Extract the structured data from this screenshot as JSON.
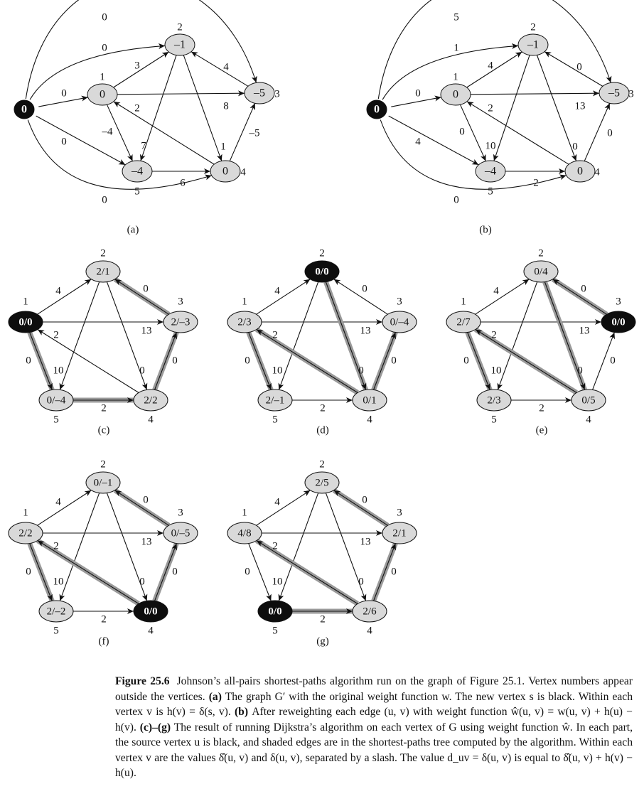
{
  "panels": [
    {
      "id": "a",
      "label": "(a)",
      "source": "s",
      "vertices": [
        {
          "id": "s",
          "text": "0",
          "num": ""
        },
        {
          "id": "1",
          "text": "0",
          "num": "1"
        },
        {
          "id": "2",
          "text": "–1",
          "num": "2"
        },
        {
          "id": "3",
          "text": "–5",
          "num": "3"
        },
        {
          "id": "4",
          "text": "0",
          "num": "4"
        },
        {
          "id": "5",
          "text": "–4",
          "num": "5"
        }
      ],
      "edges": [
        {
          "from": "s",
          "to": "3",
          "w": "0"
        },
        {
          "from": "s",
          "to": "2",
          "w": "0"
        },
        {
          "from": "s",
          "to": "1",
          "w": "0"
        },
        {
          "from": "s",
          "to": "5",
          "w": "0"
        },
        {
          "from": "s",
          "to": "4",
          "w": "0"
        },
        {
          "from": "1",
          "to": "2",
          "w": "3"
        },
        {
          "from": "1",
          "to": "3",
          "w": "8"
        },
        {
          "from": "1",
          "to": "5",
          "w": "–4"
        },
        {
          "from": "2",
          "to": "5",
          "w": "7"
        },
        {
          "from": "2",
          "to": "4",
          "w": "1"
        },
        {
          "from": "3",
          "to": "2",
          "w": "4"
        },
        {
          "from": "4",
          "to": "1",
          "w": "2"
        },
        {
          "from": "4",
          "to": "3",
          "w": "–5"
        },
        {
          "from": "5",
          "to": "4",
          "w": "6"
        }
      ]
    },
    {
      "id": "b",
      "label": "(b)",
      "source": "s",
      "vertices": [
        {
          "id": "s",
          "text": "0",
          "num": ""
        },
        {
          "id": "1",
          "text": "0",
          "num": "1"
        },
        {
          "id": "2",
          "text": "–1",
          "num": "2"
        },
        {
          "id": "3",
          "text": "–5",
          "num": "3"
        },
        {
          "id": "4",
          "text": "0",
          "num": "4"
        },
        {
          "id": "5",
          "text": "–4",
          "num": "5"
        }
      ],
      "edges": [
        {
          "from": "s",
          "to": "3",
          "w": "5"
        },
        {
          "from": "s",
          "to": "2",
          "w": "1"
        },
        {
          "from": "s",
          "to": "1",
          "w": "0"
        },
        {
          "from": "s",
          "to": "5",
          "w": "4"
        },
        {
          "from": "s",
          "to": "4",
          "w": "0"
        },
        {
          "from": "1",
          "to": "2",
          "w": "4"
        },
        {
          "from": "1",
          "to": "3",
          "w": "13"
        },
        {
          "from": "1",
          "to": "5",
          "w": "0"
        },
        {
          "from": "2",
          "to": "5",
          "w": "10"
        },
        {
          "from": "2",
          "to": "4",
          "w": "0"
        },
        {
          "from": "3",
          "to": "2",
          "w": "0"
        },
        {
          "from": "4",
          "to": "1",
          "w": "2"
        },
        {
          "from": "4",
          "to": "3",
          "w": "0"
        },
        {
          "from": "5",
          "to": "4",
          "w": "2"
        }
      ]
    },
    {
      "id": "c",
      "label": "(c)",
      "source": "1",
      "vertices": [
        {
          "id": "1",
          "text": "0/0",
          "num": "1"
        },
        {
          "id": "2",
          "text": "2/1",
          "num": "2"
        },
        {
          "id": "3",
          "text": "2/–3",
          "num": "3"
        },
        {
          "id": "4",
          "text": "2/2",
          "num": "4"
        },
        {
          "id": "5",
          "text": "0/–4",
          "num": "5"
        }
      ],
      "edges": [
        {
          "from": "1",
          "to": "2",
          "w": "4",
          "tree": false
        },
        {
          "from": "1",
          "to": "3",
          "w": "13",
          "tree": false
        },
        {
          "from": "1",
          "to": "5",
          "w": "0",
          "tree": true
        },
        {
          "from": "2",
          "to": "5",
          "w": "10",
          "tree": false
        },
        {
          "from": "2",
          "to": "4",
          "w": "0",
          "tree": false
        },
        {
          "from": "3",
          "to": "2",
          "w": "0",
          "tree": true
        },
        {
          "from": "4",
          "to": "1",
          "w": "2",
          "tree": false
        },
        {
          "from": "4",
          "to": "3",
          "w": "0",
          "tree": true
        },
        {
          "from": "5",
          "to": "4",
          "w": "2",
          "tree": true
        }
      ]
    },
    {
      "id": "d",
      "label": "(d)",
      "source": "2",
      "vertices": [
        {
          "id": "1",
          "text": "2/3",
          "num": "1"
        },
        {
          "id": "2",
          "text": "0/0",
          "num": "2"
        },
        {
          "id": "3",
          "text": "0/–4",
          "num": "3"
        },
        {
          "id": "4",
          "text": "0/1",
          "num": "4"
        },
        {
          "id": "5",
          "text": "2/–1",
          "num": "5"
        }
      ],
      "edges": [
        {
          "from": "1",
          "to": "2",
          "w": "4",
          "tree": false
        },
        {
          "from": "1",
          "to": "3",
          "w": "13",
          "tree": false
        },
        {
          "from": "1",
          "to": "5",
          "w": "0",
          "tree": true
        },
        {
          "from": "2",
          "to": "5",
          "w": "10",
          "tree": false
        },
        {
          "from": "2",
          "to": "4",
          "w": "0",
          "tree": true
        },
        {
          "from": "3",
          "to": "2",
          "w": "0",
          "tree": false
        },
        {
          "from": "4",
          "to": "1",
          "w": "2",
          "tree": true
        },
        {
          "from": "4",
          "to": "3",
          "w": "0",
          "tree": true
        },
        {
          "from": "5",
          "to": "4",
          "w": "2",
          "tree": false
        }
      ]
    },
    {
      "id": "e",
      "label": "(e)",
      "source": "3",
      "vertices": [
        {
          "id": "1",
          "text": "2/7",
          "num": "1"
        },
        {
          "id": "2",
          "text": "0/4",
          "num": "2"
        },
        {
          "id": "3",
          "text": "0/0",
          "num": "3"
        },
        {
          "id": "4",
          "text": "0/5",
          "num": "4"
        },
        {
          "id": "5",
          "text": "2/3",
          "num": "5"
        }
      ],
      "edges": [
        {
          "from": "1",
          "to": "2",
          "w": "4",
          "tree": false
        },
        {
          "from": "1",
          "to": "3",
          "w": "13",
          "tree": false
        },
        {
          "from": "1",
          "to": "5",
          "w": "0",
          "tree": true
        },
        {
          "from": "2",
          "to": "5",
          "w": "10",
          "tree": false
        },
        {
          "from": "2",
          "to": "4",
          "w": "0",
          "tree": true
        },
        {
          "from": "3",
          "to": "2",
          "w": "0",
          "tree": true
        },
        {
          "from": "4",
          "to": "1",
          "w": "2",
          "tree": true
        },
        {
          "from": "4",
          "to": "3",
          "w": "0",
          "tree": false
        },
        {
          "from": "5",
          "to": "4",
          "w": "2",
          "tree": false
        }
      ]
    },
    {
      "id": "f",
      "label": "(f)",
      "source": "4",
      "vertices": [
        {
          "id": "1",
          "text": "2/2",
          "num": "1"
        },
        {
          "id": "2",
          "text": "0/–1",
          "num": "2"
        },
        {
          "id": "3",
          "text": "0/–5",
          "num": "3"
        },
        {
          "id": "4",
          "text": "0/0",
          "num": "4"
        },
        {
          "id": "5",
          "text": "2/–2",
          "num": "5"
        }
      ],
      "edges": [
        {
          "from": "1",
          "to": "2",
          "w": "4",
          "tree": false
        },
        {
          "from": "1",
          "to": "3",
          "w": "13",
          "tree": false
        },
        {
          "from": "1",
          "to": "5",
          "w": "0",
          "tree": true
        },
        {
          "from": "2",
          "to": "5",
          "w": "10",
          "tree": false
        },
        {
          "from": "2",
          "to": "4",
          "w": "0",
          "tree": false
        },
        {
          "from": "3",
          "to": "2",
          "w": "0",
          "tree": true
        },
        {
          "from": "4",
          "to": "1",
          "w": "2",
          "tree": true
        },
        {
          "from": "4",
          "to": "3",
          "w": "0",
          "tree": true
        },
        {
          "from": "5",
          "to": "4",
          "w": "2",
          "tree": false
        }
      ]
    },
    {
      "id": "g",
      "label": "(g)",
      "source": "5",
      "vertices": [
        {
          "id": "1",
          "text": "4/8",
          "num": "1"
        },
        {
          "id": "2",
          "text": "2/5",
          "num": "2"
        },
        {
          "id": "3",
          "text": "2/1",
          "num": "3"
        },
        {
          "id": "4",
          "text": "2/6",
          "num": "4"
        },
        {
          "id": "5",
          "text": "0/0",
          "num": "5"
        }
      ],
      "edges": [
        {
          "from": "1",
          "to": "2",
          "w": "4",
          "tree": false
        },
        {
          "from": "1",
          "to": "3",
          "w": "13",
          "tree": false
        },
        {
          "from": "1",
          "to": "5",
          "w": "0",
          "tree": false
        },
        {
          "from": "2",
          "to": "5",
          "w": "10",
          "tree": false
        },
        {
          "from": "2",
          "to": "4",
          "w": "0",
          "tree": false
        },
        {
          "from": "3",
          "to": "2",
          "w": "0",
          "tree": true
        },
        {
          "from": "4",
          "to": "1",
          "w": "2",
          "tree": true
        },
        {
          "from": "4",
          "to": "3",
          "w": "0",
          "tree": true
        },
        {
          "from": "5",
          "to": "4",
          "w": "2",
          "tree": true
        }
      ]
    }
  ],
  "caption": {
    "figure_label": "Figure 25.6",
    "intro": "Johnson’s all-pairs shortest-paths algorithm run on the graph of Figure 25.1. Vertex numbers appear outside the vertices.",
    "a_label": "(a)",
    "a_text": "The graph G′ with the original weight function w. The new vertex s is black. Within each vertex v is h(v) = δ(s, v).",
    "b_label": "(b)",
    "b_text": "After reweighting each edge (u, v) with weight function ŵ(u, v) = w(u, v) + h(u) − h(v).",
    "cg_label": "(c)–(g)",
    "cg_text": "The result of running Dijkstra’s algorithm on each vertex of G using weight function ŵ. In each part, the source vertex u is black, and shaded edges are in the shortest-paths tree computed by the algorithm. Within each vertex v are the values δ̂(u, v) and δ(u, v), separated by a slash. The value d_uv = δ(u, v) is equal to δ̂(u, v) + h(v) − h(u)."
  }
}
